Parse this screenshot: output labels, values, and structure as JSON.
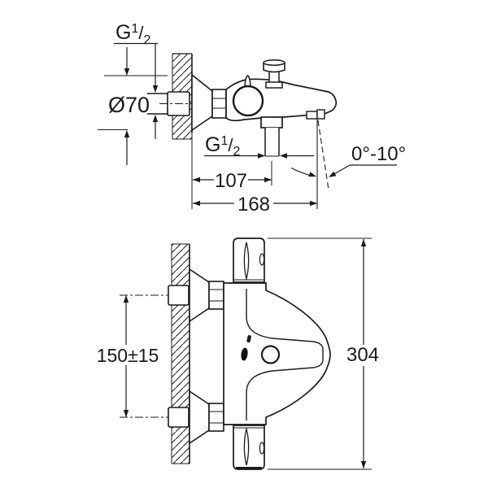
{
  "drawing": {
    "background_color": "#ffffff",
    "line_color": "#1a1a1a",
    "side_view": {
      "thread_top": {
        "prefix": "G",
        "numerator": "1",
        "slash": "/",
        "denominator": "2"
      },
      "escutcheon_diameter": "Ø70",
      "thread_outlet": {
        "prefix": "G",
        "numerator": "1",
        "slash": "/",
        "denominator": "2"
      },
      "dim_wall_to_shower_outlet": "107",
      "dim_wall_to_spout_tip": "168",
      "spout_angle_range": "0°-10°"
    },
    "front_view": {
      "dim_connection_spacing": "150±15",
      "dim_overall_length": "304"
    }
  }
}
